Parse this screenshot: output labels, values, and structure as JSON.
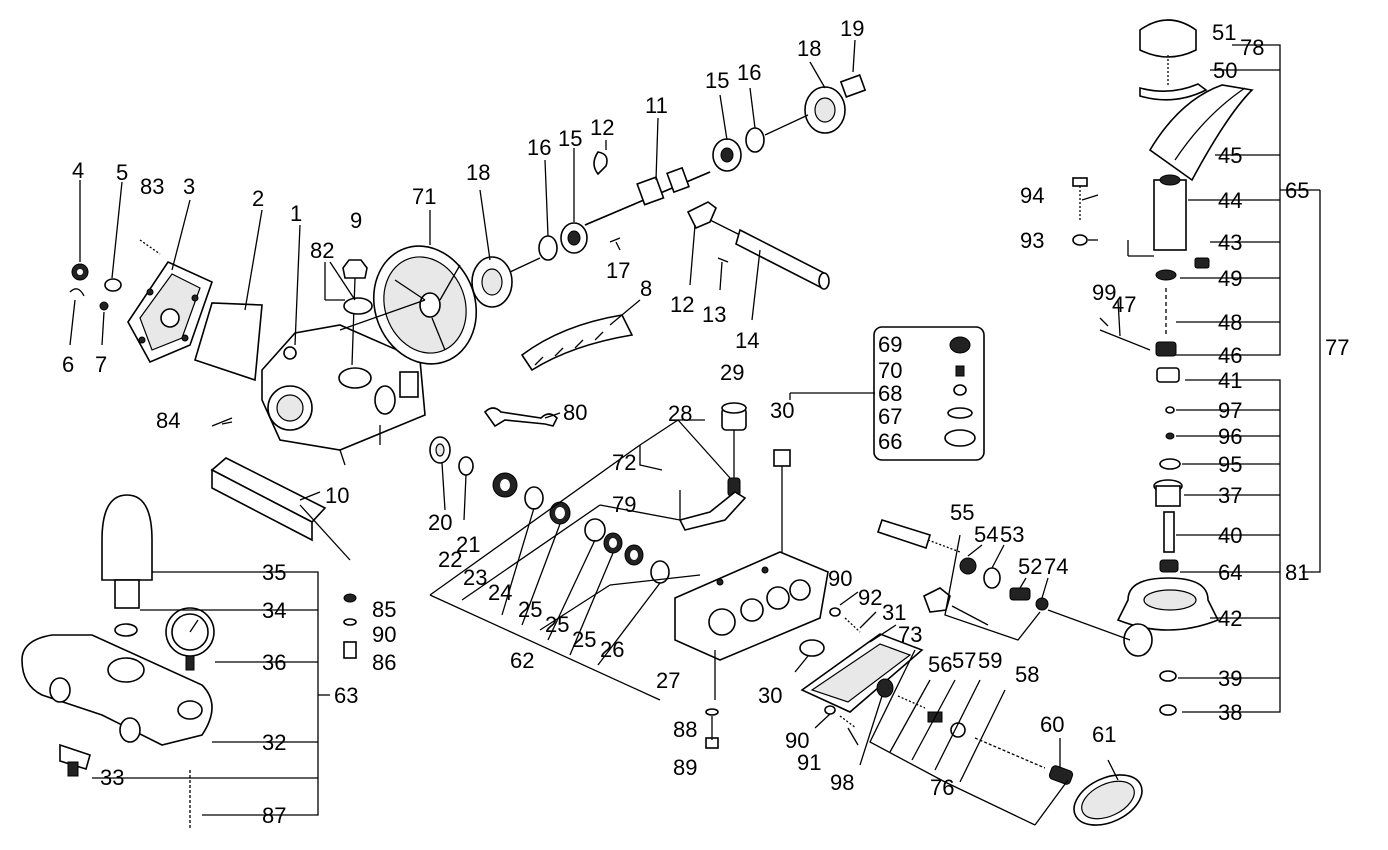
{
  "diagram": {
    "colors": {
      "ink": "#000000",
      "background": "#ffffff",
      "shade": "#e8e8e8"
    },
    "labels": {
      "l1": "1",
      "l2": "2",
      "l3": "3",
      "l4": "4",
      "l5": "5",
      "l6": "6",
      "l7": "7",
      "l8": "8",
      "l9": "9",
      "l10": "10",
      "l11": "11",
      "l12a": "12",
      "l12b": "12",
      "l13": "13",
      "l14": "14",
      "l15a": "15",
      "l15b": "15",
      "l16a": "16",
      "l16b": "16",
      "l17": "17",
      "l18a": "18",
      "l18b": "18",
      "l19": "19",
      "l20": "20",
      "l21": "21",
      "l22": "22",
      "l23": "23",
      "l24": "24",
      "l25a": "25",
      "l25b": "25",
      "l25c": "25",
      "l26": "26",
      "l27": "27",
      "l28": "28",
      "l29": "29",
      "l30a": "30",
      "l30b": "30",
      "l31": "31",
      "l32": "32",
      "l33": "33",
      "l34": "34",
      "l35": "35",
      "l36": "36",
      "l37": "37",
      "l38": "38",
      "l39": "39",
      "l40": "40",
      "l41": "41",
      "l42": "42",
      "l43": "43",
      "l44": "44",
      "l45": "45",
      "l46": "46",
      "l47": "47",
      "l48": "48",
      "l49": "49",
      "l50": "50",
      "l51": "51",
      "l52": "52",
      "l53": "53",
      "l54": "54",
      "l55": "55",
      "l56": "56",
      "l57": "57",
      "l58": "58",
      "l59": "59",
      "l60": "60",
      "l61": "61",
      "l62": "62",
      "l63": "63",
      "l64": "64",
      "l65": "65",
      "l66": "66",
      "l67": "67",
      "l68": "68",
      "l69": "69",
      "l70": "70",
      "l71": "71",
      "l72": "72",
      "l73": "73",
      "l74": "74",
      "l76": "76",
      "l77": "77",
      "l78": "78",
      "l79": "79",
      "l80": "80",
      "l81": "81",
      "l82": "82",
      "l83": "83",
      "l84": "84",
      "l85": "85",
      "l86": "86",
      "l87": "87",
      "l88": "88",
      "l89": "89",
      "l90a": "90",
      "l90b": "90",
      "l90c": "90",
      "l91": "91",
      "l92": "92",
      "l93": "93",
      "l94": "94",
      "l95": "95",
      "l96": "96",
      "l97": "97",
      "l98": "98",
      "l99": "99"
    }
  }
}
